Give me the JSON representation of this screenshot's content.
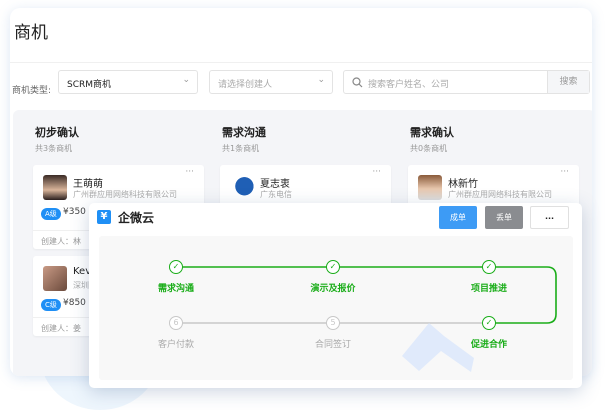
{
  "page": {
    "title": "商机"
  },
  "filters": {
    "type_label": "商机类型:",
    "type_value": "SCRM商机",
    "creator_placeholder": "请选择创建人",
    "search_placeholder": "搜索客户姓名、公司",
    "search_button": "搜索"
  },
  "columns": [
    {
      "title": "初步确认",
      "count": "共3条商机",
      "cards": [
        {
          "name": "王萌萌",
          "company": "广州群应用网络科技有限公司",
          "grade": "A级",
          "amount": "¥350",
          "creator": "创建人：林"
        },
        {
          "name": "Kev",
          "company": "深圳",
          "grade": "C级",
          "amount": "¥850",
          "creator": "创建人：姜"
        }
      ]
    },
    {
      "title": "需求沟通",
      "count": "共1条商机",
      "cards": [
        {
          "name": "夏志衷",
          "company": "广东电信"
        }
      ]
    },
    {
      "title": "需求确认",
      "count": "共0条商机",
      "cards": [
        {
          "name": "林新竹",
          "company": "广州群应用网络科技有限公司"
        }
      ]
    }
  ],
  "overlay": {
    "logo": "¥",
    "brand": "企微云",
    "win_button": "成单",
    "lose_button": "丢单",
    "more_button": "···",
    "steps": [
      {
        "label": "需求沟通",
        "status": "done"
      },
      {
        "label": "演示及报价",
        "status": "done"
      },
      {
        "label": "项目推进",
        "status": "done"
      },
      {
        "label": "促进合作",
        "status": "done"
      },
      {
        "label": "合同签订",
        "number": "5",
        "status": "pending"
      },
      {
        "label": "客户付款",
        "number": "6",
        "status": "pending"
      }
    ],
    "colors": {
      "done": "#1aad19",
      "pending": "#c8c8c8",
      "accent": "#3d9bf5"
    }
  }
}
